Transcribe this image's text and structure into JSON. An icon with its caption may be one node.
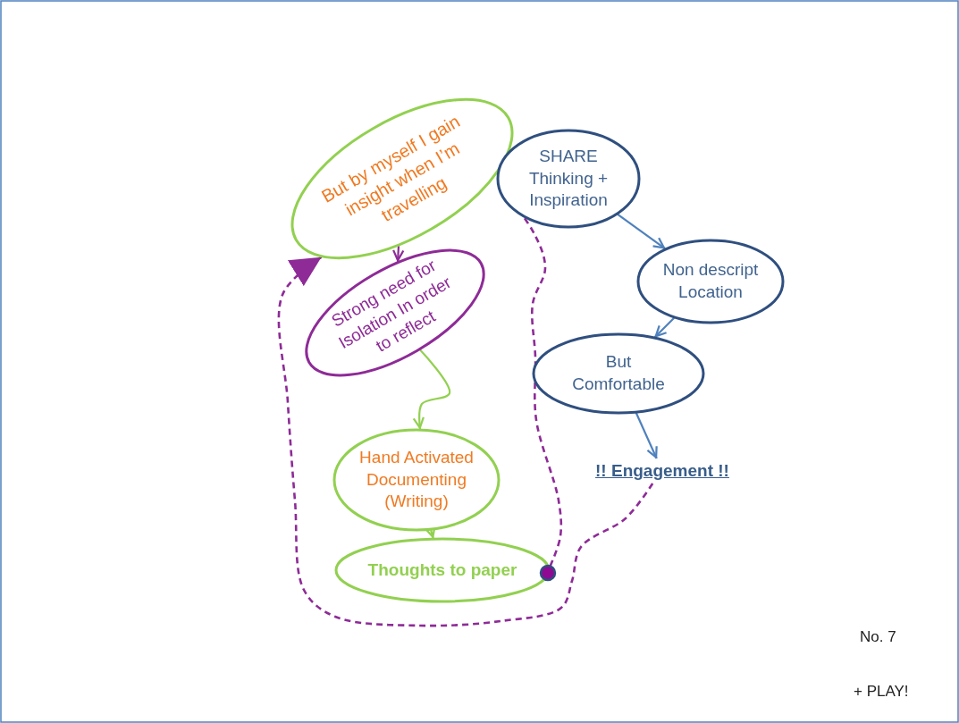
{
  "diagram": {
    "nodes": [
      {
        "text": [
          "But by myself I gain insight when I’m travelling"
        ]
      },
      {
        "text": [
          "SHARE Thinking + Inspiration"
        ]
      },
      {
        "text": [
          "Strong need for Isolation In order to reflect"
        ]
      },
      {
        "text": [
          "Non descript Location"
        ]
      },
      {
        "text": [
          "But Comfortable"
        ]
      },
      {
        "text": [
          "Hand Activated Documenting (Writing)"
        ]
      },
      {
        "text": [
          "!! Engagement !!"
        ]
      },
      {
        "text": [
          "Thoughts to paper"
        ]
      },
      {
        "text": [],
        "shape": "circle"
      }
    ],
    "edges": [
      {
        "from": 0,
        "to": 2,
        "arrow": "to",
        "color": "#8e2b97"
      },
      {
        "from": 2,
        "to": 5,
        "arrow": "to",
        "color": "#92d050"
      },
      {
        "from": 5,
        "to": 7,
        "arrow": "to",
        "color": "#92d050"
      },
      {
        "from": 1,
        "to": 3,
        "arrow": "to"
      },
      {
        "from": 3,
        "to": 4,
        "arrow": "to"
      },
      {
        "from": 4,
        "to": 6,
        "arrow": "to"
      },
      {
        "from": 6,
        "to": 0,
        "arrow": "to",
        "style": "dashed",
        "color": "#8e2b97"
      },
      {
        "from": 8,
        "to": 1,
        "arrow": "to",
        "style": "dashed",
        "color": "#8e2b97"
      }
    ],
    "labels": [
      "No. 7",
      "+ PLAY!"
    ]
  }
}
